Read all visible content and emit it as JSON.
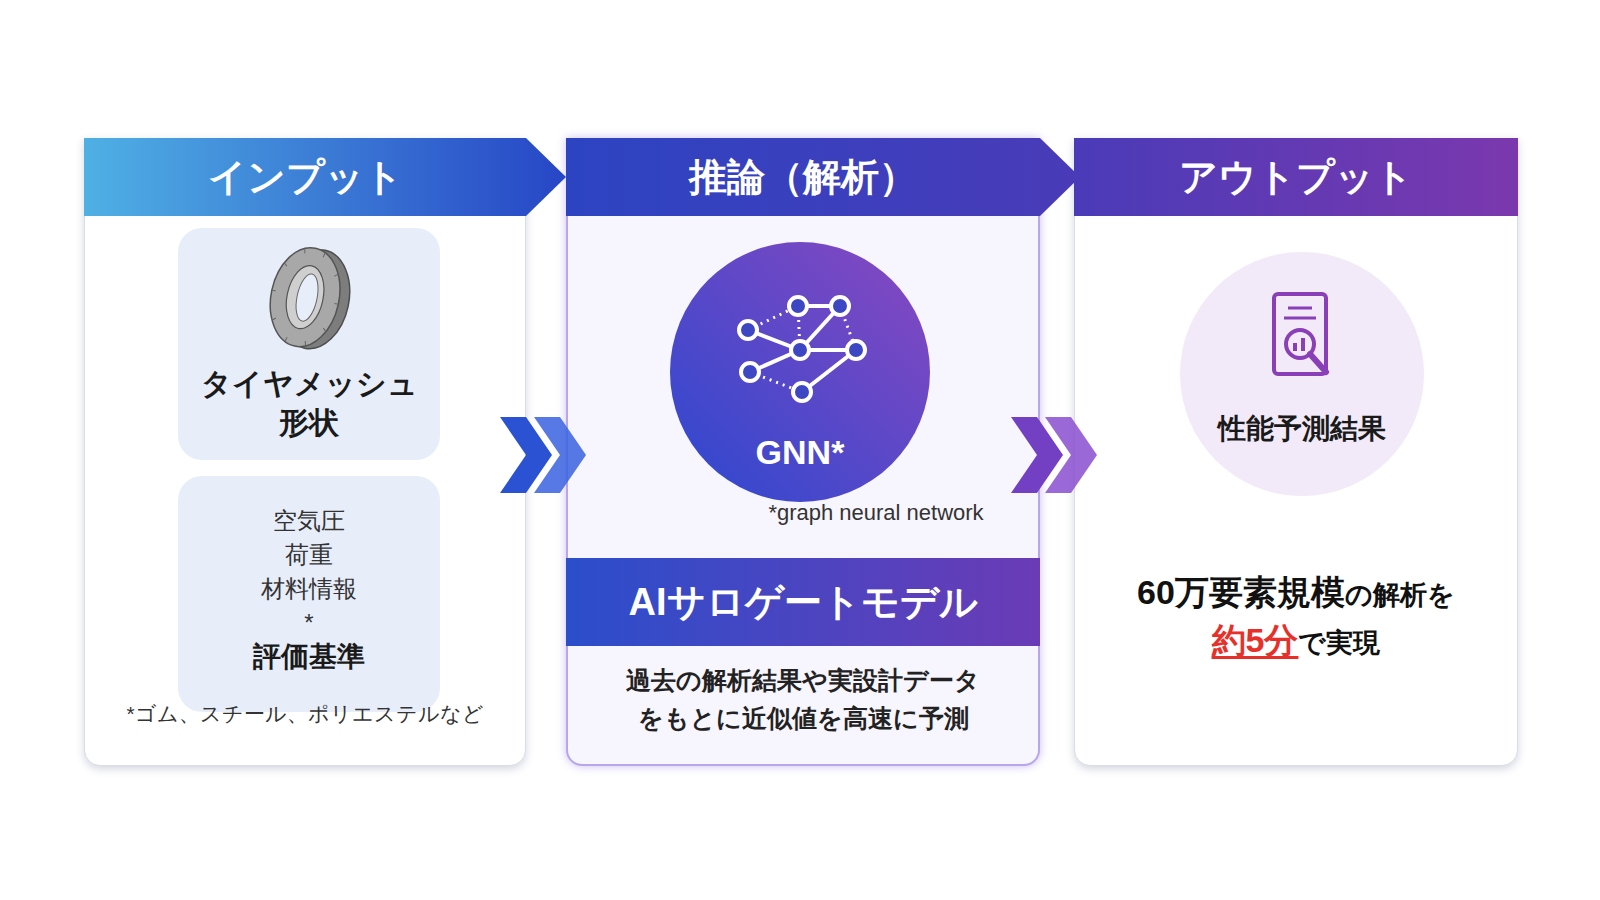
{
  "diagram": {
    "nodes": [
      {
        "text": [
          "インプット"
        ]
      },
      {
        "text": [
          "タイヤメッシュ 形状"
        ],
        "in": 0
      },
      {
        "text": [
          "空気圧 荷重 材料情報*",
          "評価基準"
        ],
        "in": 0
      },
      {
        "text": [
          "推論（解析）"
        ]
      },
      {
        "text": [
          "GNN*"
        ],
        "in": 3
      },
      {
        "text": [
          "AIサロゲートモデル",
          "過去の解析結果や実設計データ をもとに近似値を高速に予測"
        ],
        "in": 3
      },
      {
        "text": [
          "アウトプット"
        ]
      },
      {
        "text": [
          "性能予測結果"
        ],
        "in": 6
      }
    ],
    "edges": [
      {
        "from": 0,
        "to": 3,
        "arrow": "to"
      },
      {
        "from": 3,
        "to": 6,
        "arrow": "to"
      }
    ],
    "labels": [
      "*ゴム、スチール、ポリエステルなど",
      "*graph neural network",
      "60万要素規模",
      "の解析を",
      "約5分",
      "で実現"
    ]
  }
}
